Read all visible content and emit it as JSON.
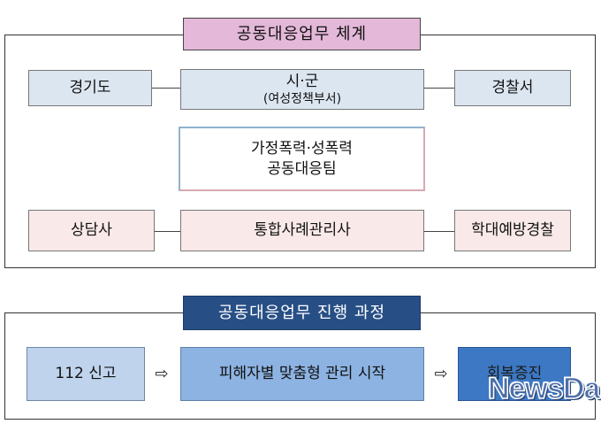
{
  "section1": {
    "title": "공동대응업무 체계",
    "left_top": "경기도",
    "center_top_line1": "시·군",
    "center_top_line2": "(여성정책부서)",
    "right_top": "경찰서",
    "center_mid_line1": "가정폭력·성폭력",
    "center_mid_line2": "공동대응팀",
    "left_bottom": "상담사",
    "center_bottom": "통합사례관리사",
    "right_bottom": "학대예방경찰"
  },
  "section2": {
    "title": "공동대응업무 진행 과정",
    "step1": "112 신고",
    "step2": "피해자별 맞춤형 관리 시작",
    "step3": "회복증진",
    "arrow_glyph": "⇨"
  },
  "watermark": {
    "text": "NewsDa"
  },
  "colors": {
    "title1_bg": "#e3b8d8",
    "title2_bg": "#274f86",
    "blue_box": "#dce6f1",
    "pink_box": "#f9e9e8",
    "step1_bg": "#bfd3ec",
    "step2_bg": "#8db3e2",
    "step3_bg": "#3c78c3"
  }
}
